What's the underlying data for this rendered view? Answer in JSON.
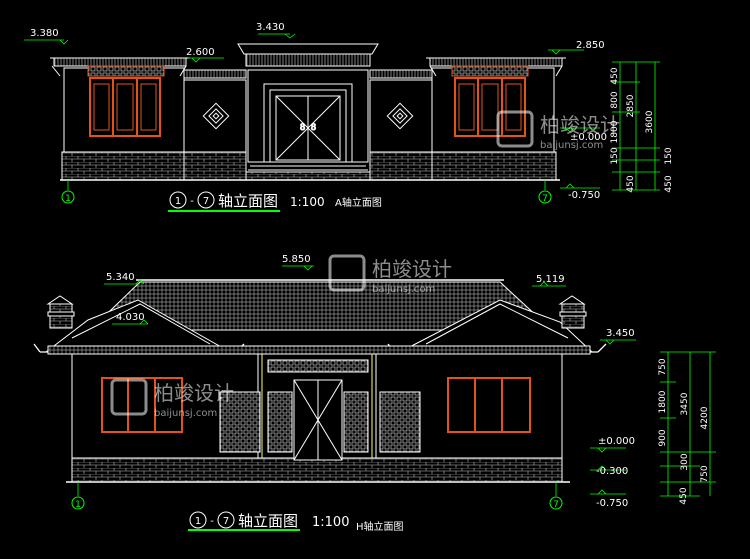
{
  "colors": {
    "background": "#000000",
    "line": "#ffffff",
    "dimension": "#00ff00",
    "window_frame": "#e0541a",
    "brick": "#bdbdbd",
    "watermark": "#ffffff"
  },
  "watermark": {
    "brand": "柏竣设计",
    "site": "baijunsj.com"
  },
  "top_elevation": {
    "levels": [
      "3.380",
      "3.430",
      "2.600",
      "2.850",
      "±0.000",
      "-0.750"
    ],
    "vertical_dims_inner": [
      "450",
      "800",
      "1800",
      "150"
    ],
    "vertical_dims_outer": [
      "2850",
      "3600",
      "450"
    ],
    "misc_dims": [
      "450",
      "150"
    ],
    "axes": {
      "left": "1",
      "right": "7"
    },
    "door_mark": "8 8",
    "title": {
      "from": "1",
      "sep": "-",
      "to": "7",
      "suffix": "轴立面图",
      "scale": "1:100",
      "subtitle": "A轴立面图"
    }
  },
  "bottom_elevation": {
    "levels": [
      "5.340",
      "5.850",
      "5.119",
      "4.030",
      "3.450",
      "±0.000",
      "-0.300",
      "-0.750"
    ],
    "vertical_dims_inner": [
      "750",
      "1800",
      "900",
      "300",
      "450"
    ],
    "vertical_dims_outer": [
      "3450",
      "4200",
      "750"
    ],
    "axes": {
      "left": "1",
      "right": "7"
    },
    "title": {
      "from": "1",
      "sep": "-",
      "to": "7",
      "suffix": "轴立面图",
      "scale": "1:100",
      "subtitle": "H轴立面图"
    }
  }
}
